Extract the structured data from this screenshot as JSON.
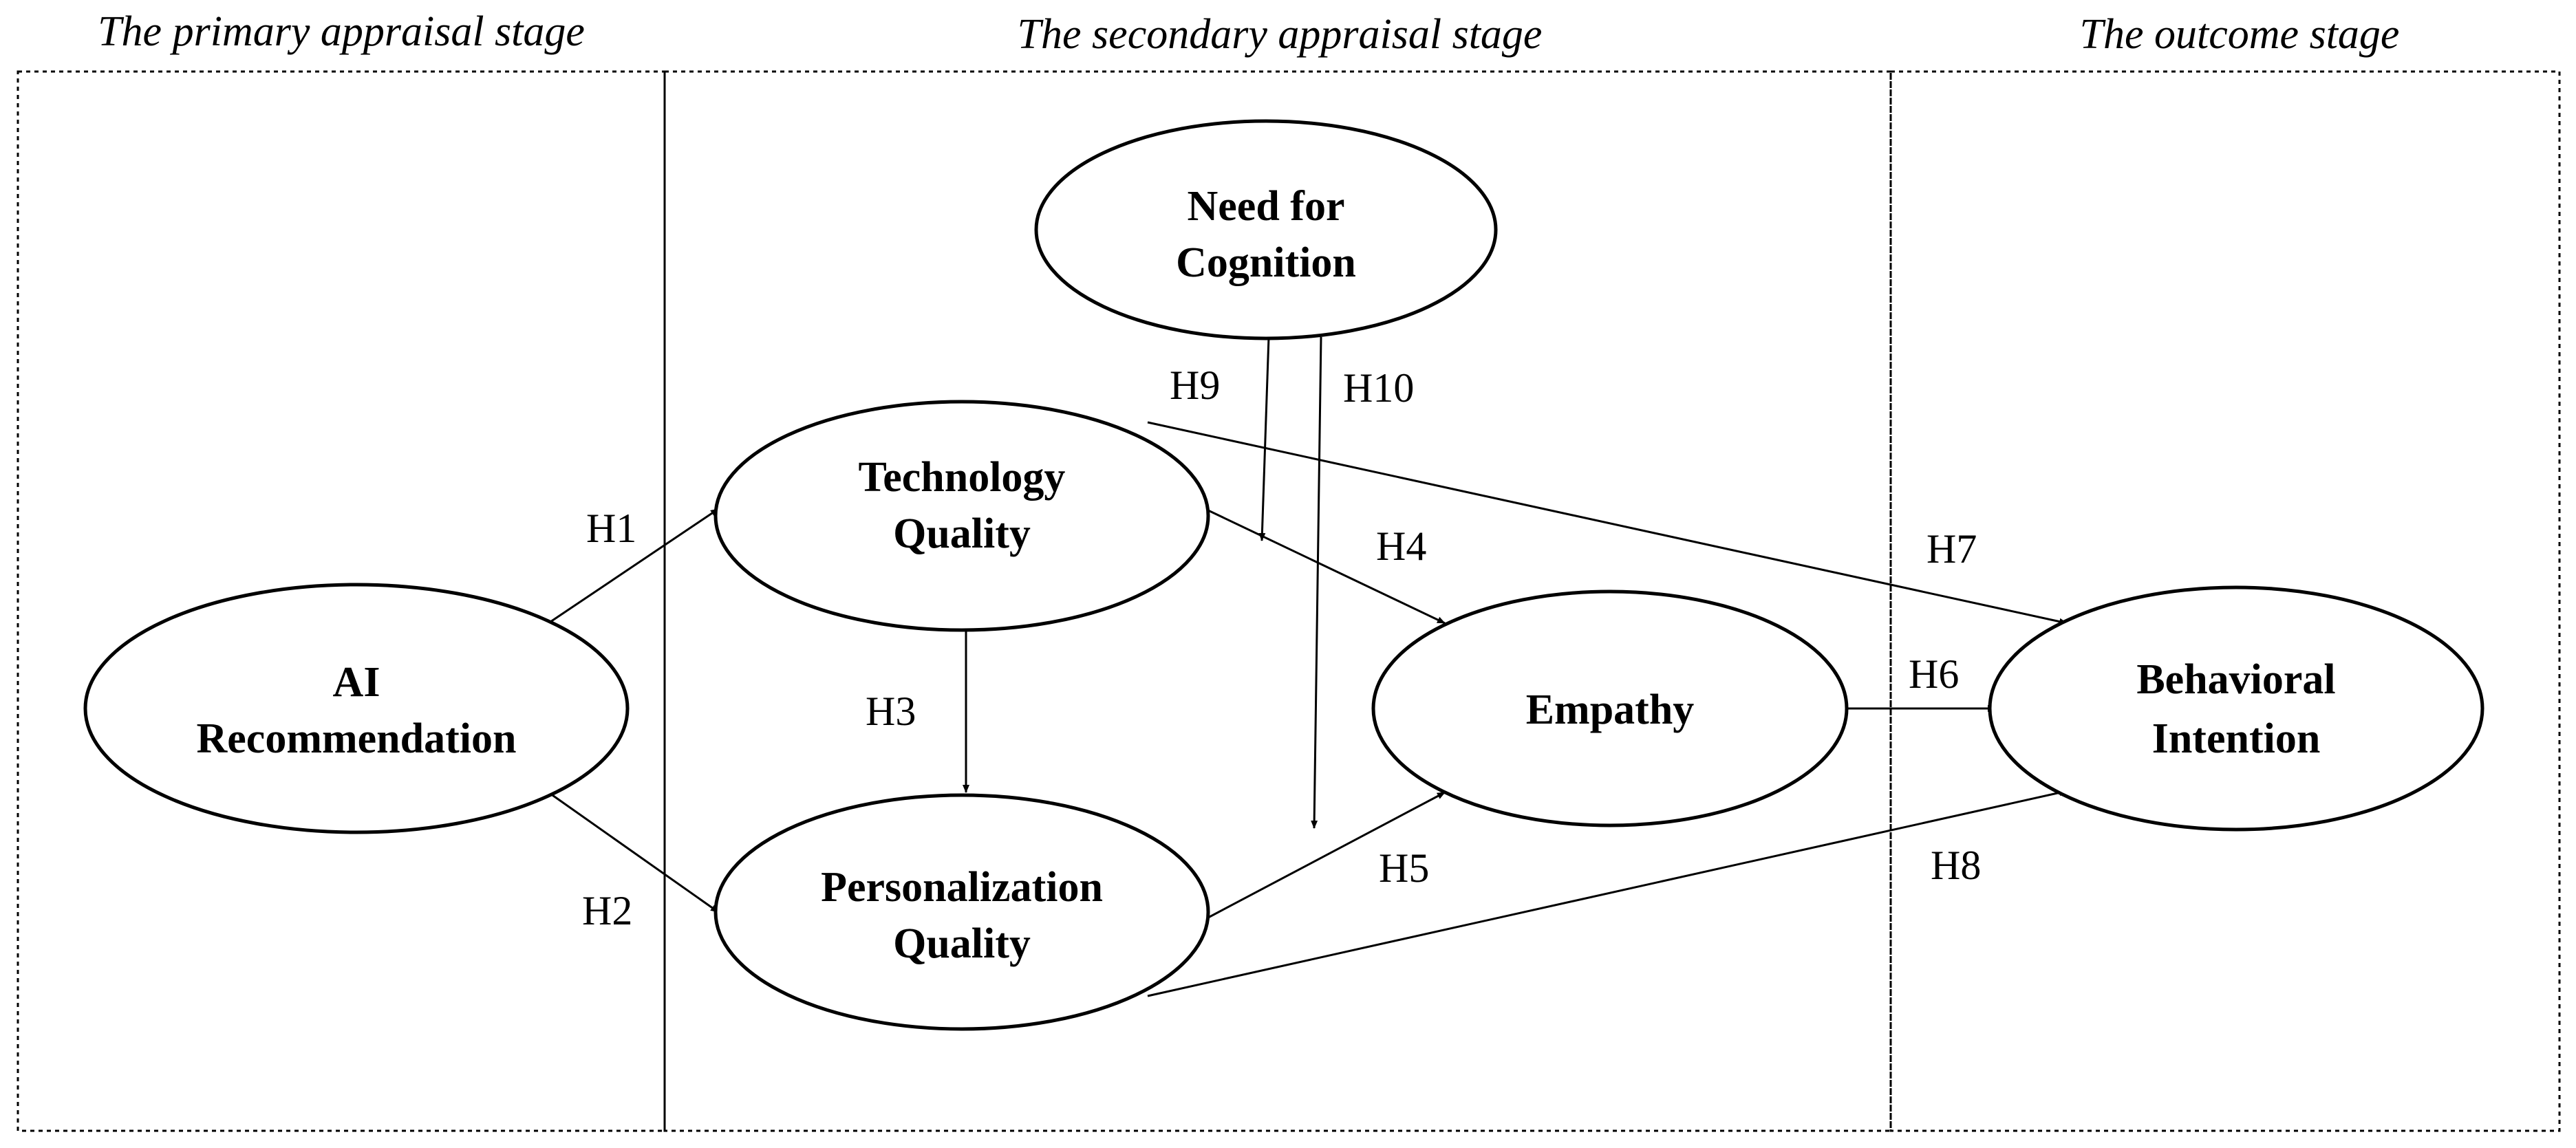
{
  "stages": {
    "primary": "The primary appraisal stage",
    "secondary": "The secondary appraisal stage",
    "outcome": "The outcome stage"
  },
  "nodes": {
    "ai_recommendation": {
      "line1": "AI",
      "line2": "Recommendation"
    },
    "technology_quality": {
      "line1": "Technology",
      "line2": "Quality"
    },
    "personalization_quality": {
      "line1": "Personalization",
      "line2": "Quality"
    },
    "need_for_cognition": {
      "line1": "Need for",
      "line2": "Cognition"
    },
    "empathy": {
      "line1": "Empathy"
    },
    "behavioral_intention": {
      "line1": "Behavioral",
      "line2": "Intention"
    }
  },
  "hypotheses": {
    "h1": "H1",
    "h2": "H2",
    "h3": "H3",
    "h4": "H4",
    "h5": "H5",
    "h6": "H6",
    "h7": "H7",
    "h8": "H8",
    "h9": "H9",
    "h10": "H10"
  },
  "colors": {
    "stroke": "#000000",
    "background": "#ffffff"
  }
}
